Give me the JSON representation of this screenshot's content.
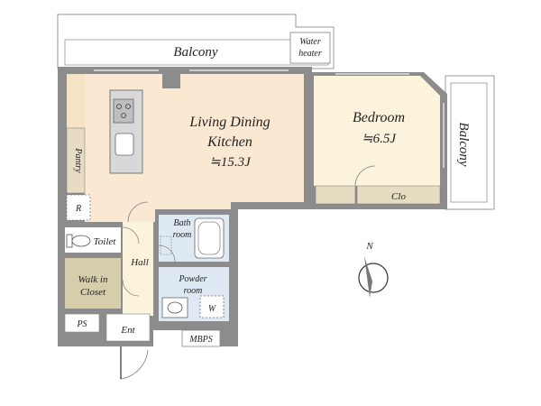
{
  "rooms": {
    "balcony_top": "Balcony",
    "water_heater_line1": "Water",
    "water_heater_line2": "heater",
    "ldk_line1": "Living Dining",
    "ldk_line2": "Kitchen",
    "ldk_size": "≒15.3J",
    "bedroom": "Bedroom",
    "bedroom_size": "≒6.5J",
    "balcony_right": "Balcony",
    "clo": "Clo",
    "pantry": "Pantry",
    "r": "R",
    "toilet": "Toilet",
    "hall": "Hall",
    "bath_line1": "Bath",
    "bath_line2": "room",
    "powder_line1": "Powder",
    "powder_line2": "room",
    "w": "W",
    "walkin_line1": "Walk in",
    "walkin_line2": "Closet",
    "ps": "PS",
    "ent": "Ent",
    "mbps": "MBPS"
  },
  "compass": {
    "north": "N"
  },
  "colors": {
    "wall": "#8c8c8c",
    "ldk_floor": "#fbe8d2",
    "bedroom_floor": "#fbf3dc",
    "storage_floor": "#e6dcc1",
    "wet_floor": "#dfe9f3",
    "walkin_floor": "#d6cdaa"
  }
}
